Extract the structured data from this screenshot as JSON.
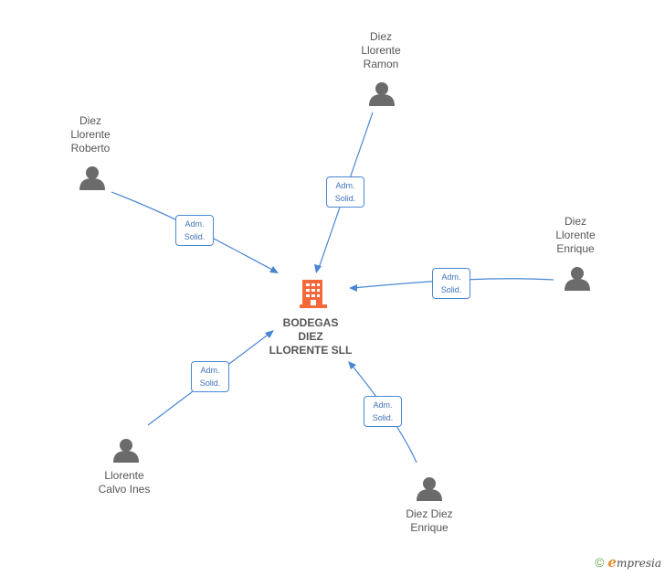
{
  "company": {
    "name_lines": [
      "BODEGAS",
      "DIEZ",
      "LLORENTE SLL"
    ],
    "icon": "building-icon",
    "color": "#f4683a"
  },
  "persons": [
    {
      "id": "ramon",
      "lines": [
        "Diez",
        "Llorente",
        "Ramon"
      ],
      "icon": "person-icon",
      "relation": [
        "Adm.",
        "Solid."
      ]
    },
    {
      "id": "roberto",
      "lines": [
        "Diez",
        "Llorente",
        "Roberto"
      ],
      "icon": "person-icon",
      "relation": [
        "Adm.",
        "Solid."
      ]
    },
    {
      "id": "enrique-llorente",
      "lines": [
        "Diez",
        "Llorente",
        "Enrique"
      ],
      "icon": "person-icon",
      "relation": [
        "Adm.",
        "Solid."
      ]
    },
    {
      "id": "ines",
      "lines": [
        "Llorente",
        "Calvo Ines"
      ],
      "icon": "person-icon",
      "relation": [
        "Adm.",
        "Solid."
      ]
    },
    {
      "id": "enrique-diez",
      "lines": [
        "Diez Diez",
        "Enrique"
      ],
      "icon": "person-icon",
      "relation": [
        "Adm.",
        "Solid."
      ]
    }
  ],
  "colors": {
    "edge": "#4a86d4",
    "person": "#6b6b6b",
    "text": "#555555"
  },
  "footer": {
    "copyright": "©",
    "brand_initial": "e",
    "brand_rest": "mpresia"
  }
}
